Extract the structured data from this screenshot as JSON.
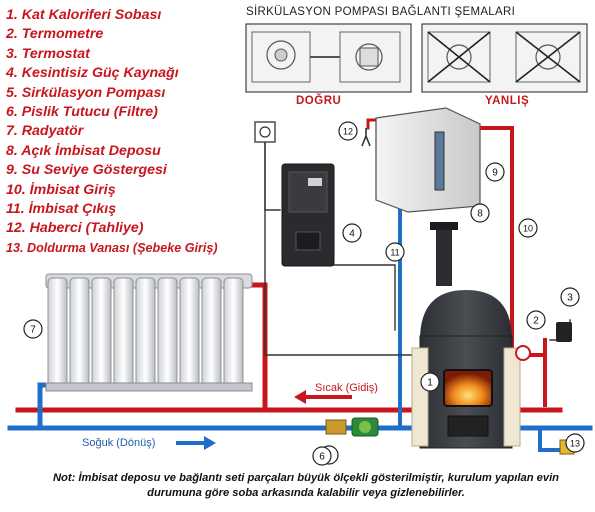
{
  "legend": [
    "1. Kat Kaloriferi Sobası",
    "2. Termometre",
    "3. Termostat",
    "4. Kesintisiz Güç Kaynağı",
    "5. Sirkülasyon Pompası",
    "6. Pislik Tutucu (Filtre)",
    "7. Radyatör",
    "8. Açık İmbisat Deposu",
    "9. Su Seviye Göstergesi",
    "10. İmbisat Giriş",
    "11. İmbisat Çıkış",
    "12. Haberci (Tahliye)",
    "13. Doldurma Vanası (Şebeke Giriş)"
  ],
  "pump_schema": {
    "title": "SİRKÜLASYON POMPASI BAĞLANTI ŞEMALARI",
    "correct_label": "DOĞRU",
    "wrong_label": "YANLIŞ"
  },
  "callouts": [
    "1",
    "2",
    "3",
    "4",
    "5",
    "6",
    "7",
    "8",
    "9",
    "10",
    "11",
    "12",
    "13"
  ],
  "flow": {
    "hot": "Sıcak (Gidiş)",
    "cold": "Soğuk (Dönüş)"
  },
  "note": "Not: İmbisat deposu ve bağlantı seti parçaları büyük ölçekli gösterilmiştir, kurulum yapılan evin durumuna göre soba arkasında kalabilir veya gizlenebilirler.",
  "colors": {
    "hot": "#c8161d",
    "cold": "#1f6fc9",
    "legend": "#c8161d",
    "stove": "#3b3e42",
    "stove_panel": "#efe6d4"
  }
}
